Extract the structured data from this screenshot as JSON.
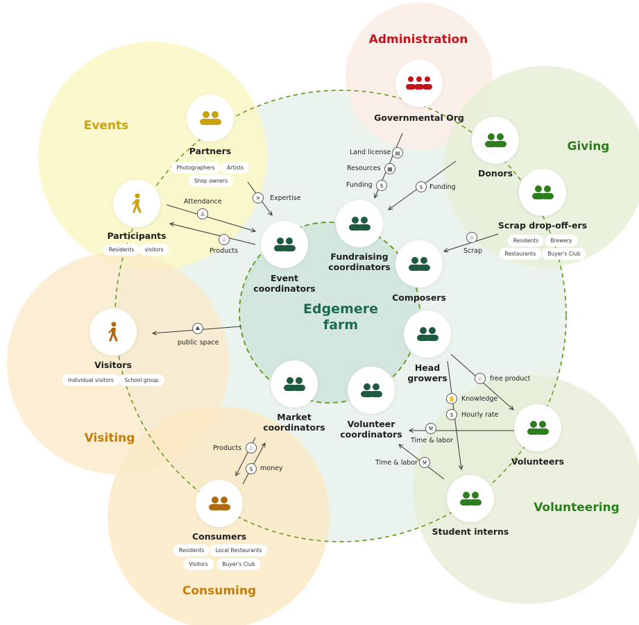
{
  "center": {
    "line1": "Edgemere",
    "line2": "farm"
  },
  "regions": {
    "administration": "Administration",
    "events": "Events",
    "giving": "Giving",
    "visiting": "Visiting",
    "volunteering": "Volunteering",
    "consuming": "Consuming"
  },
  "nodes": {
    "governmental_org": "Governmental Org",
    "partners": "Partners",
    "participants": "Participants",
    "donors": "Donors",
    "scrap_dropoffers": "Scrap drop-off-ers",
    "event_coordinators_1": "Event",
    "event_coordinators_2": "coordinators",
    "fundraising_coordinators_1": "Fundraising",
    "fundraising_coordinators_2": "coordinators",
    "composers": "Composers",
    "visitors": "Visitors",
    "head_growers_1": "Head",
    "head_growers_2": "growers",
    "market_coordinators_1": "Market",
    "market_coordinators_2": "coordinators",
    "volunteer_coordinators_1": "Volunteer",
    "volunteer_coordinators_2": "coordinators",
    "volunteers": "Volunteers",
    "student_interns": "Student interns",
    "consumers": "Consumers"
  },
  "chips": {
    "partners": [
      "Photographers",
      "Artists",
      "Shop owners"
    ],
    "participants": [
      "Residents",
      "visitors"
    ],
    "scrap": [
      "Residents",
      "Brewery",
      "Restaurants",
      "Buyer's Club"
    ],
    "visitors": [
      "Individual visitors",
      "School group"
    ],
    "consumers": [
      "Residents",
      "Local Restaurants",
      "Visitors",
      "Buyer's Club"
    ]
  },
  "flows": {
    "land_license": "Land license",
    "resources": "Resources",
    "funding_gov": "Funding",
    "funding_donors": "Funding",
    "expertise": "Expertise",
    "attendance": "Attendance",
    "products_events": "Products",
    "scrap": "Scrap",
    "public_space": "public space",
    "free_product": "free product",
    "knowledge": "Knowledge",
    "hourly_rate": "Hourly rate",
    "time_labor_vol": "Time & labor",
    "time_labor_int": "Time & labor",
    "products_market": "Products",
    "money": "money"
  },
  "colors": {
    "administration": "#c0161c",
    "events": "#c9a20f",
    "giving": "#2e7d1f",
    "visiting": "#c47d0c",
    "volunteering": "#2e7d1f",
    "consuming": "#c47d0c",
    "farm": "#1e6b4f"
  }
}
